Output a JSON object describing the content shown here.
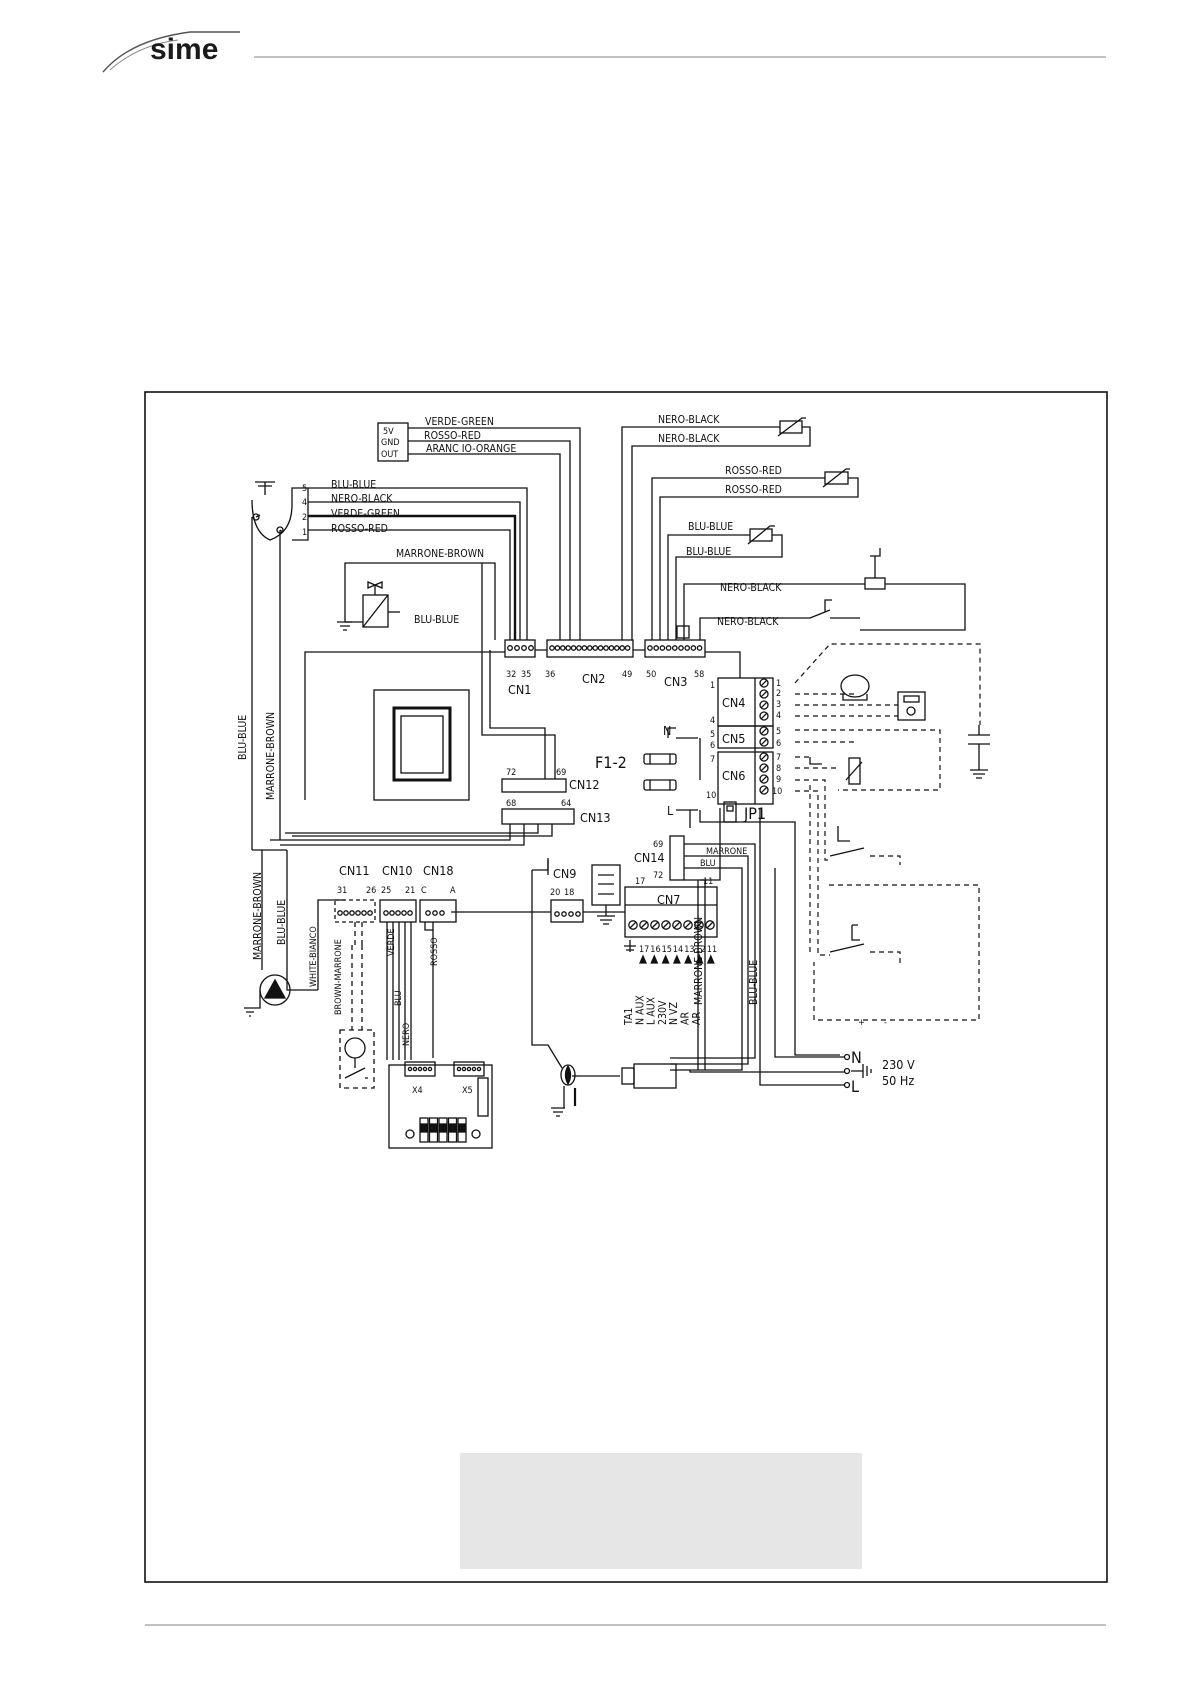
{
  "brand": {
    "name": "sime"
  },
  "sensors_top": {
    "sv": "5V",
    "gnd": "GND",
    "out": "OUT",
    "verde": "VERDE-GREEN",
    "rosso": "ROSSO-RED",
    "arancio": "ARANC IO-ORANGE"
  },
  "ntc_wires": {
    "nero1": "NERO-BLACK",
    "nero2": "NERO-BLACK",
    "rosso1": "ROSSO-RED",
    "rosso2": "ROSSO-RED",
    "blu1": "BLU-BLUE",
    "blu2": "BLU-BLUE",
    "nero3": "NERO-BLACK",
    "nero4": "NERO-BLACK"
  },
  "fan_wires": {
    "p5": "5",
    "p4": "4",
    "p2": "2",
    "p1": "1",
    "blu": "BLU-BLUE",
    "nero": "NERO-BLACK",
    "verde": "VERDE-GREEN",
    "rosso": "ROSSO-RED"
  },
  "valve_wires": {
    "marrone": "MARRONE-BROWN",
    "blu": "BLU-BLUE"
  },
  "connectors": {
    "cn1": "CN1",
    "cn1_a": "32",
    "cn1_b": "35",
    "cn2": "CN2",
    "cn2_a": "36",
    "cn2_b": "49",
    "cn3": "CN3",
    "cn3_a": "50",
    "cn3_b": "58",
    "cn4": "CN4",
    "cn5": "CN5",
    "cn6": "CN6",
    "cn4_1": "1",
    "cn4_4": "4",
    "cn5_5": "5",
    "cn5_6": "6",
    "cn6_7": "7",
    "cn6_10": "10",
    "t1": "1",
    "t2": "2",
    "t3": "3",
    "t4": "4",
    "t5": "5",
    "t6": "6",
    "t7": "7",
    "t8": "8",
    "t9": "9",
    "t10": "10",
    "cn12": "CN12",
    "cn12_a": "72",
    "cn12_b": "69",
    "cn13": "CN13",
    "cn13_a": "68",
    "cn13_b": "64",
    "cn14": "CN14",
    "cn14_a": "69",
    "cn14_b": "72",
    "cn9": "CN9",
    "cn9_a": "20",
    "cn9_b": "18",
    "cn7": "CN7",
    "cn7_a": "17",
    "cn7_b": "11",
    "cn11": "CN11",
    "cn11_a": "31",
    "cn11_b": "26",
    "cn10": "CN10",
    "cn10_a": "25",
    "cn10_b": "21",
    "cn18": "CN18",
    "cn18_c": "C",
    "cn18_a": "A",
    "f12": "F1-2",
    "jp1": "JP1",
    "n": "N",
    "l": "L"
  },
  "cn7_terms": {
    "nums": [
      "17",
      "16",
      "15",
      "14",
      "13",
      "12",
      "11"
    ],
    "labels": [
      "TA1",
      "N AUX",
      "L AUX",
      "230V",
      "N VZ",
      "AR",
      "AR"
    ]
  },
  "cn14_wires": {
    "marrone": "MARRONE",
    "blu": "BLU"
  },
  "side_wires": {
    "blu_left": "BLU-BLUE",
    "marrone_left": "MARRONE-BROWN",
    "marrone_pump": "MARRONE-BROWN",
    "blu_pump": "BLU-BLUE",
    "white": "WHITE-BIANCO",
    "brown": "BROWN-MARRONE",
    "verde": "VERDE",
    "blu": "BLU",
    "nero": "NERO",
    "rosso": "ROSSO",
    "marrone_right": "MARRONE-BROWN",
    "blu_right": "BLU-BLUE"
  },
  "board": {
    "x4": "X4",
    "x5": "X5"
  },
  "mains": {
    "n": "N",
    "l": "L",
    "voltage": "230 V",
    "freq": "50 Hz"
  },
  "misc": {
    "plus": "+",
    "minus": "-"
  }
}
